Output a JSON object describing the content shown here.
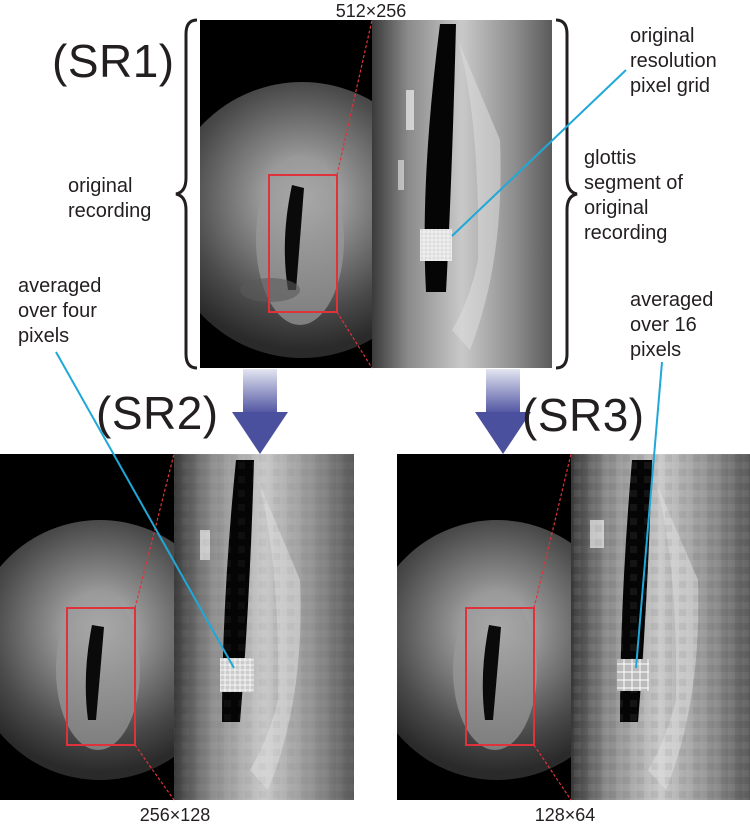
{
  "labels": {
    "sr1": "(SR1)",
    "sr2": "(SR2)",
    "sr3": "(SR3)"
  },
  "dimensions": {
    "sr1": "512×256",
    "sr2": "256×128",
    "sr3": "128×64"
  },
  "annotations": {
    "original_recording": [
      "original",
      "recording"
    ],
    "pixel_grid": [
      "original",
      "resolution",
      "pixel grid"
    ],
    "glottis_segment": [
      "glottis",
      "segment of",
      "original",
      "recording"
    ],
    "averaged_four": [
      "averaged",
      "over four",
      "pixels"
    ],
    "averaged_sixteen": [
      "averaged",
      "over 16",
      "pixels"
    ]
  },
  "colors": {
    "roi_box": "#e0323a",
    "leader_line": "#1fa8d8",
    "arrow_top": "#e3e5f1",
    "arrow_bottom": "#4a4f9e",
    "text": "#231f20"
  }
}
